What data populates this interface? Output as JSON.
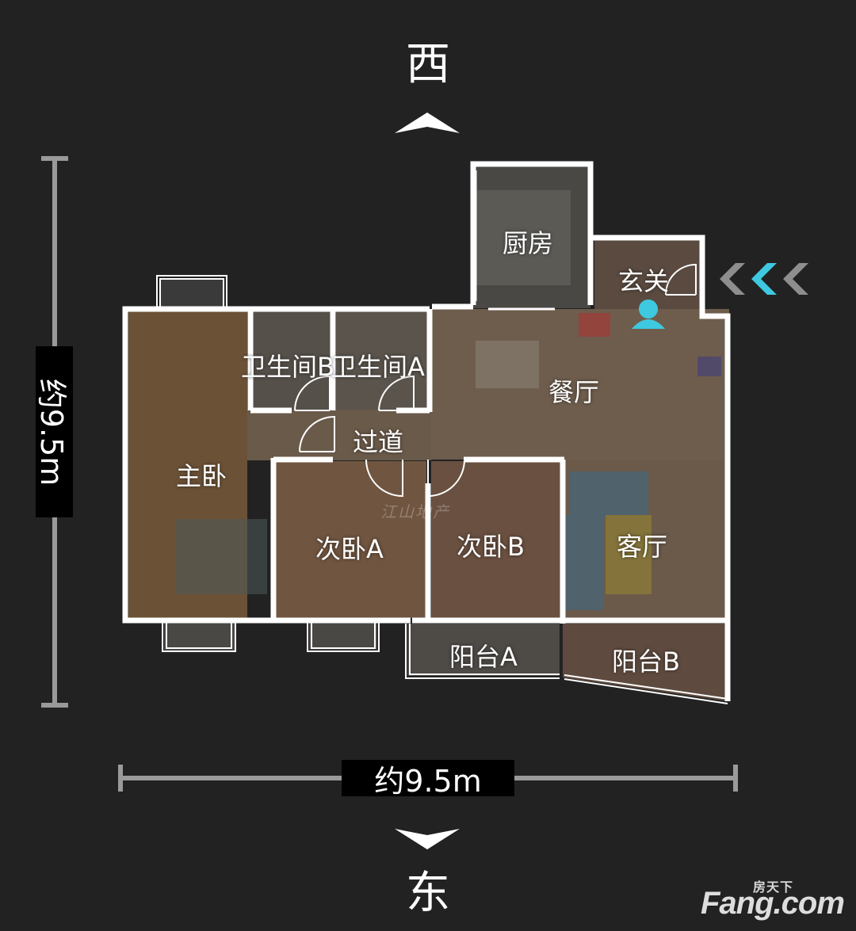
{
  "compass": {
    "north": "西",
    "south": "东"
  },
  "dimensions": {
    "vertical": "约9.5m",
    "horizontal": "约9.5m"
  },
  "rooms": {
    "kitchen": "厨房",
    "entrance": "玄关",
    "bathroom_b": "卫生间B",
    "bathroom_a": "卫生间A",
    "dining": "餐厅",
    "corridor": "过道",
    "master_bedroom": "主卧",
    "bedroom_a": "次卧A",
    "bedroom_b": "次卧B",
    "living_room": "客厅",
    "balcony_a": "阳台A",
    "balcony_b": "阳台B"
  },
  "watermark": "江山地产",
  "brand": {
    "top": "房天下",
    "main": "Fang.com"
  },
  "colors": {
    "background": "#222222",
    "wall": "#ffffff",
    "floor": "#6a5848",
    "accent": "#3ec9e0"
  }
}
